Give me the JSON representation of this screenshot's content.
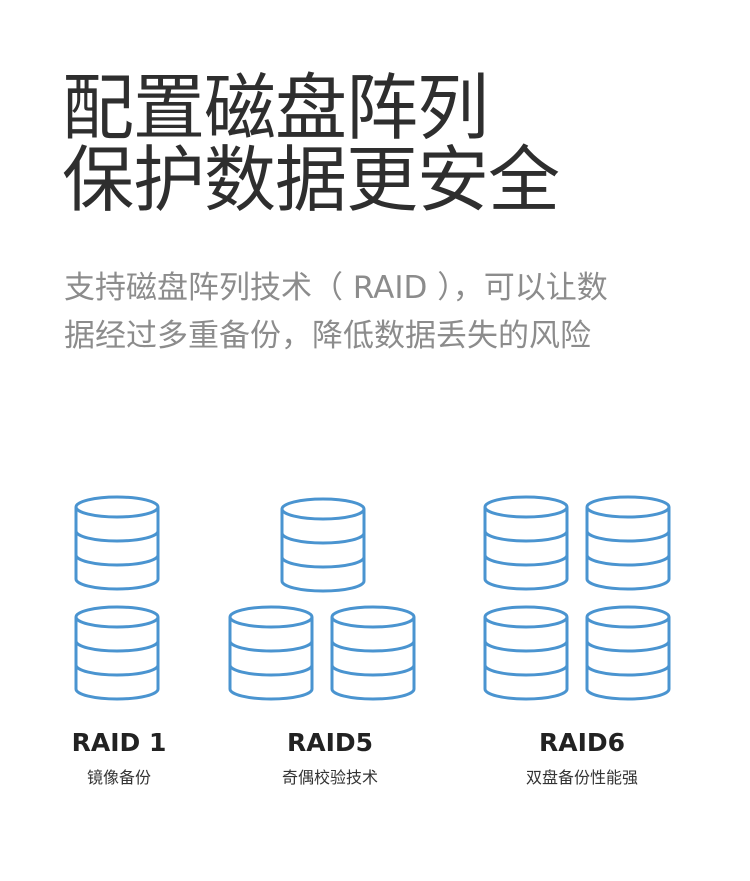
{
  "headline": {
    "line1": "配置磁盘阵列",
    "line2": "保护数据更安全"
  },
  "description": {
    "line1": "支持磁盘阵列技术（ RAID ），可以让数",
    "line2": "据经过多重备份，降低数据丢失的风险"
  },
  "raid_groups": [
    {
      "title": "RAID 1",
      "subtitle": "镜像备份",
      "disks": 2
    },
    {
      "title": "RAID5",
      "subtitle": "奇偶校验技术",
      "disks": 3
    },
    {
      "title": "RAID6",
      "subtitle": "双盘备份性能强",
      "disks": 4
    }
  ],
  "colors": {
    "disk_stroke": "#4a94d0",
    "headline": "#2e2e2e",
    "description": "#8c8c8c",
    "label": "#222222"
  },
  "icons": {
    "disk": "database-cylinder-icon"
  }
}
